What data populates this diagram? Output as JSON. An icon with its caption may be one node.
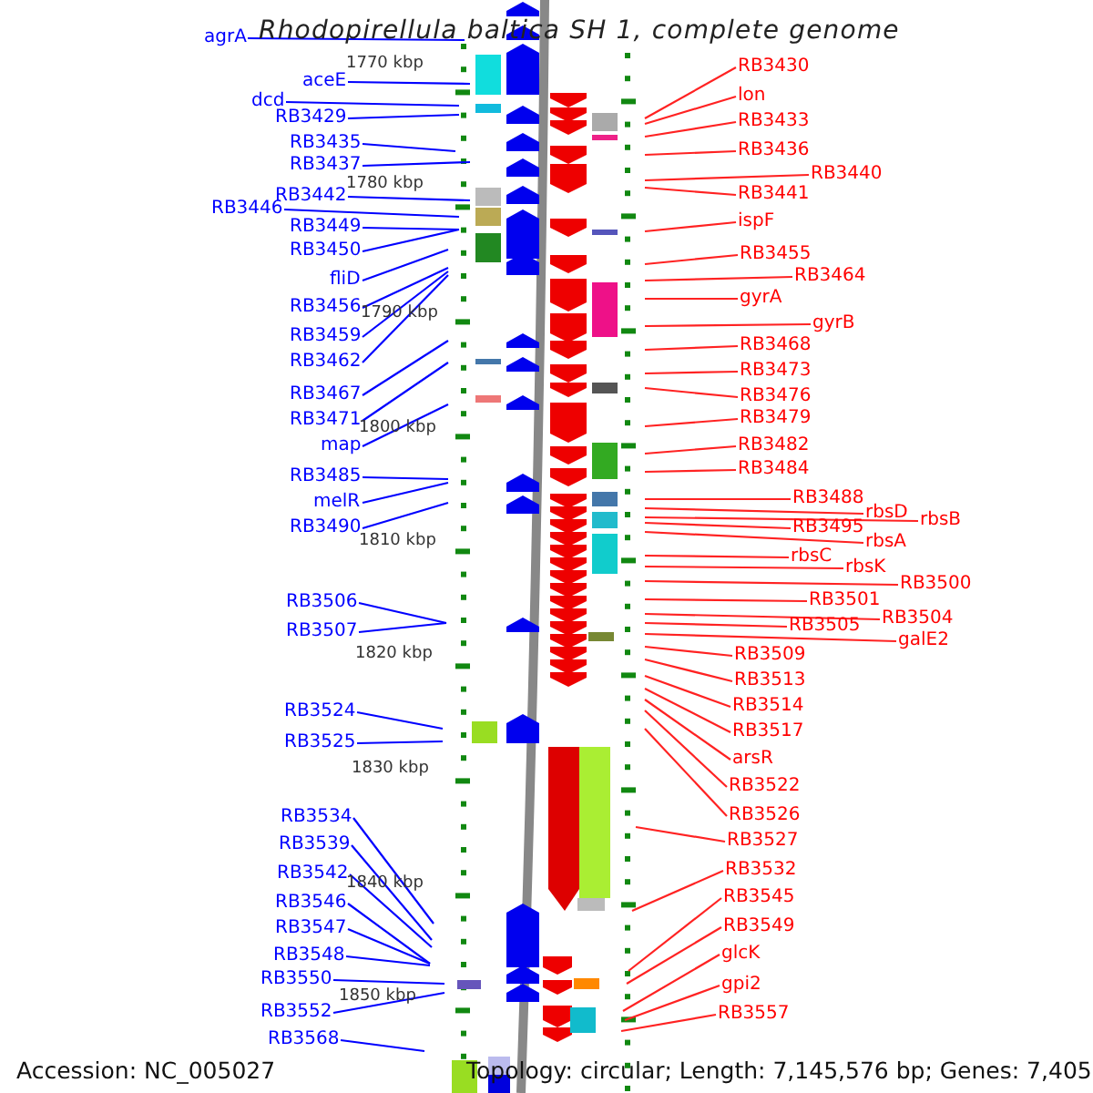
{
  "diagram": {
    "title": "Rhodopirellula baltica SH 1, complete genome",
    "nodes": [
      {
        "text": [
          "agrA"
        ]
      },
      {
        "text": [
          "aceE"
        ]
      },
      {
        "text": [
          "dcd"
        ]
      },
      {
        "text": [
          "RB3429"
        ]
      },
      {
        "text": [
          "RB3435"
        ]
      },
      {
        "text": [
          "RB3437"
        ]
      },
      {
        "text": [
          "RB3442"
        ]
      },
      {
        "text": [
          "RB3446"
        ]
      },
      {
        "text": [
          "RB3449"
        ]
      },
      {
        "text": [
          "RB3450"
        ]
      },
      {
        "text": [
          "fliD"
        ]
      },
      {
        "text": [
          "RB3456"
        ]
      },
      {
        "text": [
          "RB3459"
        ]
      },
      {
        "text": [
          "RB3462"
        ]
      },
      {
        "text": [
          "RB3467"
        ]
      },
      {
        "text": [
          "RB3471"
        ]
      },
      {
        "text": [
          "map"
        ]
      },
      {
        "text": [
          "RB3485"
        ]
      },
      {
        "text": [
          "melR"
        ]
      },
      {
        "text": [
          "RB3490"
        ]
      },
      {
        "text": [
          "RB3506"
        ]
      },
      {
        "text": [
          "RB3507"
        ]
      },
      {
        "text": [
          "RB3524"
        ]
      },
      {
        "text": [
          "RB3525"
        ]
      },
      {
        "text": [
          "RB3534"
        ]
      },
      {
        "text": [
          "RB3539"
        ]
      },
      {
        "text": [
          "RB3542"
        ]
      },
      {
        "text": [
          "RB3546"
        ]
      },
      {
        "text": [
          "RB3547"
        ]
      },
      {
        "text": [
          "RB3548"
        ]
      },
      {
        "text": [
          "RB3550"
        ]
      },
      {
        "text": [
          "RB3552"
        ]
      },
      {
        "text": [
          "RB3568"
        ]
      },
      {
        "text": [
          "RB3430"
        ]
      },
      {
        "text": [
          "lon"
        ]
      },
      {
        "text": [
          "RB3433"
        ]
      },
      {
        "text": [
          "RB3436"
        ]
      },
      {
        "text": [
          "RB3440"
        ]
      },
      {
        "text": [
          "RB3441"
        ]
      },
      {
        "text": [
          "ispF"
        ]
      },
      {
        "text": [
          "RB3455"
        ]
      },
      {
        "text": [
          "RB3464"
        ]
      },
      {
        "text": [
          "gyrA"
        ]
      },
      {
        "text": [
          "gyrB"
        ]
      },
      {
        "text": [
          "RB3468"
        ]
      },
      {
        "text": [
          "RB3473"
        ]
      },
      {
        "text": [
          "RB3476"
        ]
      },
      {
        "text": [
          "RB3479"
        ]
      },
      {
        "text": [
          "RB3482"
        ]
      },
      {
        "text": [
          "RB3484"
        ]
      },
      {
        "text": [
          "RB3488"
        ]
      },
      {
        "text": [
          "rbsD"
        ]
      },
      {
        "text": [
          "rbsB"
        ]
      },
      {
        "text": [
          "RB3495"
        ]
      },
      {
        "text": [
          "rbsA"
        ]
      },
      {
        "text": [
          "rbsC"
        ]
      },
      {
        "text": [
          "rbsK"
        ]
      },
      {
        "text": [
          "RB3500"
        ]
      },
      {
        "text": [
          "RB3501"
        ]
      },
      {
        "text": [
          "RB3504"
        ]
      },
      {
        "text": [
          "RB3505"
        ]
      },
      {
        "text": [
          "galE2"
        ]
      },
      {
        "text": [
          "RB3509"
        ]
      },
      {
        "text": [
          "RB3513"
        ]
      },
      {
        "text": [
          "RB3514"
        ]
      },
      {
        "text": [
          "RB3517"
        ]
      },
      {
        "text": [
          "arsR"
        ]
      },
      {
        "text": [
          "RB3522"
        ]
      },
      {
        "text": [
          "RB3526"
        ]
      },
      {
        "text": [
          "RB3527"
        ]
      },
      {
        "text": [
          "RB3532"
        ]
      },
      {
        "text": [
          "RB3545"
        ]
      },
      {
        "text": [
          "RB3549"
        ]
      },
      {
        "text": [
          "glcK"
        ]
      },
      {
        "text": [
          "gpi2"
        ]
      },
      {
        "text": [
          "RB3557"
        ]
      }
    ],
    "edges": [
      {
        "from": 0,
        "to": null,
        "arrow": "none",
        "color": "#0000ff"
      },
      {
        "from": 1,
        "to": null,
        "arrow": "none",
        "color": "#0000ff"
      },
      {
        "from": 2,
        "to": null,
        "arrow": "none",
        "color": "#0000ff"
      },
      {
        "from": 3,
        "to": null,
        "arrow": "none",
        "color": "#0000ff"
      },
      {
        "from": 4,
        "to": null,
        "arrow": "none",
        "color": "#0000ff"
      },
      {
        "from": 5,
        "to": null,
        "arrow": "none",
        "color": "#0000ff"
      },
      {
        "from": 6,
        "to": null,
        "arrow": "none",
        "color": "#0000ff"
      },
      {
        "from": 7,
        "to": null,
        "arrow": "none",
        "color": "#0000ff"
      },
      {
        "from": 8,
        "to": null,
        "arrow": "none",
        "color": "#0000ff"
      },
      {
        "from": 9,
        "to": null,
        "arrow": "none",
        "color": "#0000ff"
      },
      {
        "from": 10,
        "to": null,
        "arrow": "none",
        "color": "#0000ff"
      },
      {
        "from": 11,
        "to": null,
        "arrow": "none",
        "color": "#0000ff"
      },
      {
        "from": 12,
        "to": null,
        "arrow": "none",
        "color": "#0000ff"
      },
      {
        "from": 13,
        "to": null,
        "arrow": "none",
        "color": "#0000ff"
      },
      {
        "from": 14,
        "to": null,
        "arrow": "none",
        "color": "#0000ff"
      },
      {
        "from": 15,
        "to": null,
        "arrow": "none",
        "color": "#0000ff"
      },
      {
        "from": 16,
        "to": null,
        "arrow": "none",
        "color": "#0000ff"
      },
      {
        "from": 17,
        "to": null,
        "arrow": "none",
        "color": "#0000ff"
      },
      {
        "from": 18,
        "to": null,
        "arrow": "none",
        "color": "#0000ff"
      },
      {
        "from": 19,
        "to": null,
        "arrow": "none",
        "color": "#0000ff"
      },
      {
        "from": 20,
        "to": null,
        "arrow": "none",
        "color": "#0000ff"
      },
      {
        "from": 21,
        "to": null,
        "arrow": "none",
        "color": "#0000ff"
      },
      {
        "from": 22,
        "to": null,
        "arrow": "none",
        "color": "#0000ff"
      },
      {
        "from": 23,
        "to": null,
        "arrow": "none",
        "color": "#0000ff"
      },
      {
        "from": 24,
        "to": null,
        "arrow": "none",
        "color": "#0000ff"
      },
      {
        "from": 25,
        "to": null,
        "arrow": "none",
        "color": "#0000ff"
      },
      {
        "from": 26,
        "to": null,
        "arrow": "none",
        "color": "#0000ff"
      },
      {
        "from": 27,
        "to": null,
        "arrow": "none",
        "color": "#0000ff"
      },
      {
        "from": 28,
        "to": null,
        "arrow": "none",
        "color": "#0000ff"
      },
      {
        "from": 29,
        "to": null,
        "arrow": "none",
        "color": "#0000ff"
      },
      {
        "from": 30,
        "to": null,
        "arrow": "none",
        "color": "#0000ff"
      },
      {
        "from": 31,
        "to": null,
        "arrow": "none",
        "color": "#0000ff"
      },
      {
        "from": 32,
        "to": null,
        "arrow": "none",
        "color": "#0000ff"
      },
      {
        "from": 33,
        "to": null,
        "arrow": "none"
      },
      {
        "from": 34,
        "to": null,
        "arrow": "none"
      },
      {
        "from": 35,
        "to": null,
        "arrow": "none"
      },
      {
        "from": 36,
        "to": null,
        "arrow": "none"
      },
      {
        "from": 37,
        "to": null,
        "arrow": "none"
      },
      {
        "from": 38,
        "to": null,
        "arrow": "none"
      },
      {
        "from": 39,
        "to": null,
        "arrow": "none"
      },
      {
        "from": 40,
        "to": null,
        "arrow": "none"
      },
      {
        "from": 41,
        "to": null,
        "arrow": "none"
      },
      {
        "from": 42,
        "to": null,
        "arrow": "none"
      },
      {
        "from": 43,
        "to": null,
        "arrow": "none"
      },
      {
        "from": 44,
        "to": null,
        "arrow": "none"
      },
      {
        "from": 45,
        "to": null,
        "arrow": "none"
      },
      {
        "from": 46,
        "to": null,
        "arrow": "none"
      },
      {
        "from": 47,
        "to": null,
        "arrow": "none"
      },
      {
        "from": 48,
        "to": null,
        "arrow": "none"
      },
      {
        "from": 49,
        "to": null,
        "arrow": "none"
      },
      {
        "from": 50,
        "to": null,
        "arrow": "none"
      },
      {
        "from": 51,
        "to": null,
        "arrow": "none"
      },
      {
        "from": 52,
        "to": null,
        "arrow": "none"
      },
      {
        "from": 53,
        "to": null,
        "arrow": "none"
      },
      {
        "from": 54,
        "to": null,
        "arrow": "none"
      },
      {
        "from": 55,
        "to": null,
        "arrow": "none"
      },
      {
        "from": 56,
        "to": null,
        "arrow": "none"
      },
      {
        "from": 57,
        "to": null,
        "arrow": "none"
      },
      {
        "from": 58,
        "to": null,
        "arrow": "none"
      },
      {
        "from": 59,
        "to": null,
        "arrow": "none"
      },
      {
        "from": 60,
        "to": null,
        "arrow": "none"
      },
      {
        "from": 61,
        "to": null,
        "arrow": "none"
      },
      {
        "from": 62,
        "to": null,
        "arrow": "none"
      },
      {
        "from": 63,
        "to": null,
        "arrow": "none"
      },
      {
        "from": 64,
        "to": null,
        "arrow": "none"
      },
      {
        "from": 65,
        "to": null,
        "arrow": "none"
      },
      {
        "from": 66,
        "to": null,
        "arrow": "none"
      },
      {
        "from": 67,
        "to": null,
        "arrow": "none"
      },
      {
        "from": 68,
        "to": null,
        "arrow": "none"
      },
      {
        "from": 69,
        "to": null,
        "arrow": "none"
      },
      {
        "from": 70,
        "to": null,
        "arrow": "none"
      },
      {
        "from": 71,
        "to": null,
        "arrow": "none"
      },
      {
        "from": 72,
        "to": null,
        "arrow": "none"
      },
      {
        "from": 73,
        "to": null,
        "arrow": "none"
      },
      {
        "from": 74,
        "to": null,
        "arrow": "none"
      },
      {
        "from": 75,
        "to": null,
        "arrow": "none"
      }
    ],
    "labels": [
      "1770 kbp",
      "1780 kbp",
      "1790 kbp",
      "1800 kbp",
      "1810 kbp",
      "1820 kbp",
      "1830 kbp",
      "1840 kbp",
      "1850 kbp",
      "Accession: NC_005027",
      "Topology: circular; Length: 7,145,576 bp; Genes: 7,405"
    ]
  }
}
